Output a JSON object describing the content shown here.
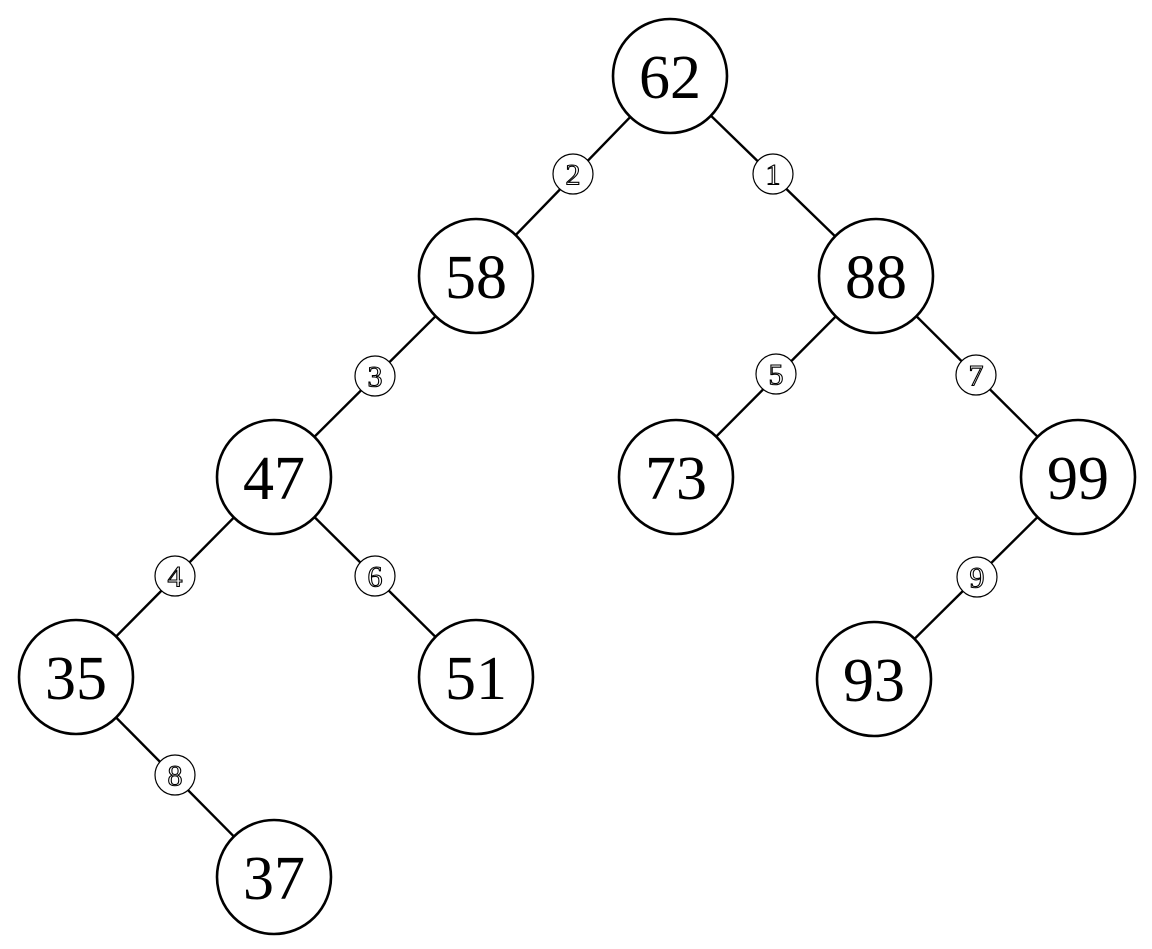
{
  "diagram": {
    "type": "binary-tree",
    "nodes": [
      {
        "id": "n62",
        "label": "62"
      },
      {
        "id": "n58",
        "label": "58"
      },
      {
        "id": "n88",
        "label": "88"
      },
      {
        "id": "n47",
        "label": "47"
      },
      {
        "id": "n73",
        "label": "73"
      },
      {
        "id": "n99",
        "label": "99"
      },
      {
        "id": "n35",
        "label": "35"
      },
      {
        "id": "n51",
        "label": "51"
      },
      {
        "id": "n93",
        "label": "93"
      },
      {
        "id": "n37",
        "label": "37"
      }
    ],
    "edges": [
      {
        "id": "e1",
        "from": "n62",
        "to": "n58",
        "label": "2"
      },
      {
        "id": "e2",
        "from": "n62",
        "to": "n88",
        "label": "1"
      },
      {
        "id": "e3",
        "from": "n58",
        "to": "n47",
        "label": "3"
      },
      {
        "id": "e4",
        "from": "n88",
        "to": "n73",
        "label": "5"
      },
      {
        "id": "e5",
        "from": "n88",
        "to": "n99",
        "label": "7"
      },
      {
        "id": "e6",
        "from": "n47",
        "to": "n35",
        "label": "4"
      },
      {
        "id": "e7",
        "from": "n47",
        "to": "n51",
        "label": "6"
      },
      {
        "id": "e8",
        "from": "n99",
        "to": "n93",
        "label": "9"
      },
      {
        "id": "e9",
        "from": "n35",
        "to": "n37",
        "label": "8"
      }
    ]
  }
}
